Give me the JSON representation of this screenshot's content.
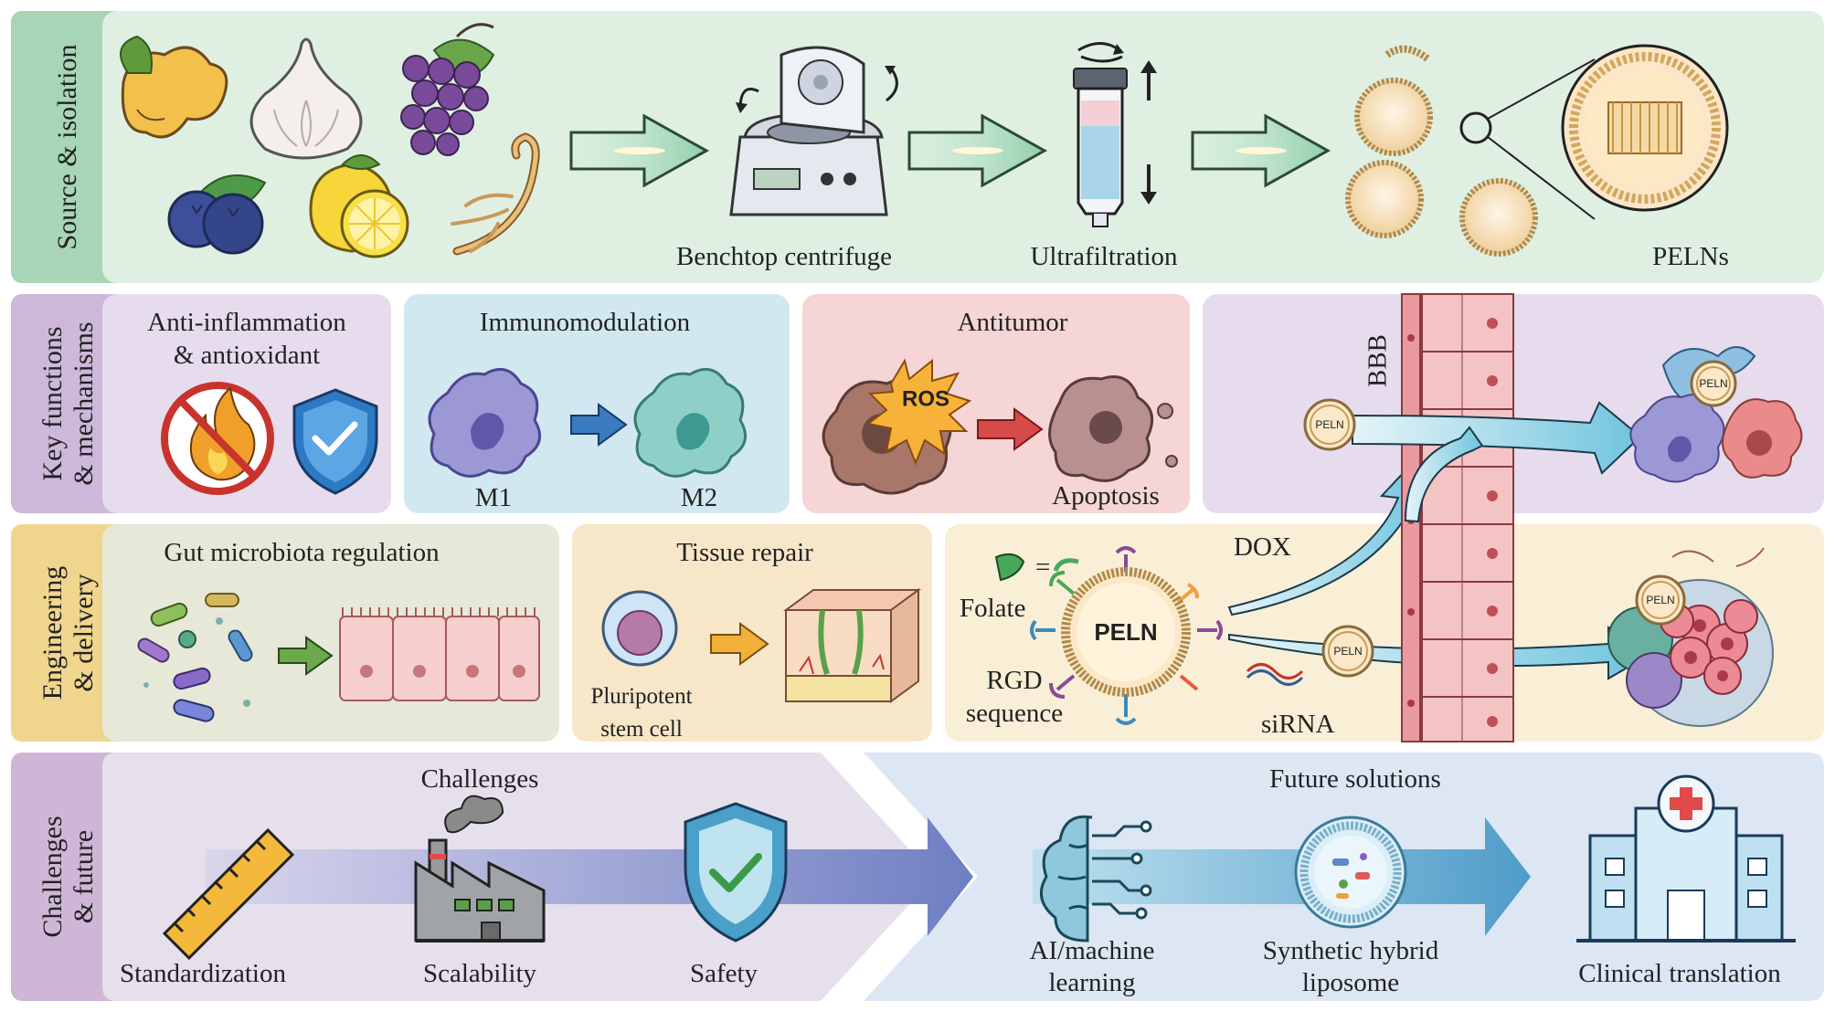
{
  "rows": {
    "source": "Source & isolation",
    "key_line1": "Key functions",
    "key_line2": "& mechanisms",
    "eng_line1": "Engineering",
    "eng_line2": "& delivery",
    "chal_line1": "Challenges",
    "chal_line2": "& future"
  },
  "source": {
    "centrifuge": "Benchtop centrifuge",
    "ultrafiltration": "Ultrafiltration",
    "pelns": "PELNs"
  },
  "functions": {
    "anti_line1": "Anti-inflammation",
    "anti_line2": "& antioxidant",
    "immuno": "Immunomodulation",
    "m1": "M1",
    "m2": "M2",
    "antitumor": "Antitumor",
    "ros": "ROS",
    "apoptosis": "Apoptosis",
    "bbb": "BBB"
  },
  "engineering": {
    "gut": "Gut microbiota regulation",
    "tissue": "Tissue repair",
    "stem_line1": "Pluripotent",
    "stem_line2": "stem cell",
    "folate": "Folate",
    "equals": "=",
    "rgd_line1": "RGD",
    "rgd_line2": "sequence",
    "peln": "PELN",
    "peln_small": "PELN",
    "dox": "DOX",
    "sirna": "siRNA"
  },
  "future": {
    "challenges": "Challenges",
    "standardization": "Standardization",
    "scalability": "Scalability",
    "safety": "Safety",
    "future_solutions": "Future solutions",
    "ai_line1": "AI/machine",
    "ai_line2": "learning",
    "hybrid_line1": "Synthetic hybrid",
    "hybrid_line2": "liposome",
    "clinical": "Clinical translation"
  },
  "colors": {
    "source_tag": "#a8d5b5",
    "source_panel": "#dff0e2",
    "key_tag": "#cdb8da",
    "anti_panel": "#e6dcee",
    "immuno_panel": "#d2e8f0",
    "antitumor_panel": "#f5d5d5",
    "bbb_panel": "#e6dcee",
    "eng_tag": "#f0d58e",
    "gut_panel": "#e7e8d8",
    "tissue_panel": "#f8e6c8",
    "delivery_panel": "#f8efd6",
    "chal_tag": "#cfb6d6",
    "challenges_panel": "#e6dfec",
    "future_panel": "#dde6f3"
  }
}
